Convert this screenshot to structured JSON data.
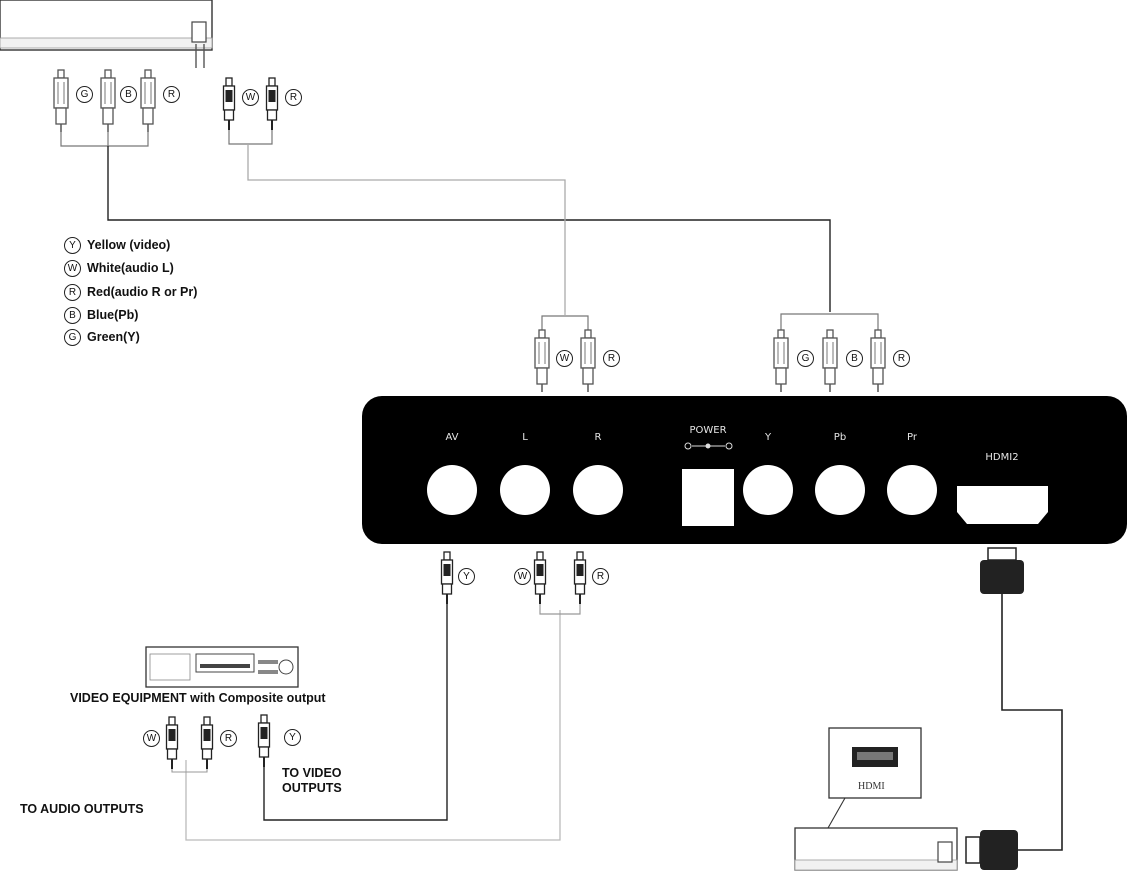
{
  "legend": [
    {
      "badge": "Y",
      "text": "Yellow (video)"
    },
    {
      "badge": "W",
      "text": "White(audio L)"
    },
    {
      "badge": "R",
      "text": "Red(audio R or Pr)"
    },
    {
      "badge": "B",
      "text": "Blue(Pb)"
    },
    {
      "badge": "G",
      "text": "Green(Y)"
    }
  ],
  "panel": {
    "labels": {
      "av": "AV",
      "l": "L",
      "r": "R",
      "power": "POWER",
      "y": "Y",
      "pb": "Pb",
      "pr": "Pr",
      "hdmi2": "HDMI2"
    }
  },
  "plug_badges": {
    "top_component": [
      "G",
      "B",
      "R"
    ],
    "top_audio": [
      "W",
      "R"
    ],
    "mid_audio": [
      "W",
      "R"
    ],
    "mid_component": [
      "G",
      "B",
      "R"
    ],
    "bottom_av": "Y",
    "bottom_audio": [
      "W",
      "R"
    ],
    "dvd_audio": [
      "W",
      "R"
    ],
    "dvd_video": "Y"
  },
  "captions": {
    "video_equipment": "VIDEO EQUIPMENT with Composite output",
    "to_video_line1": "TO VIDEO",
    "to_video_line2": "OUTPUTS",
    "to_audio": "TO AUDIO OUTPUTS",
    "hdmi_device_label": "HDMI"
  }
}
